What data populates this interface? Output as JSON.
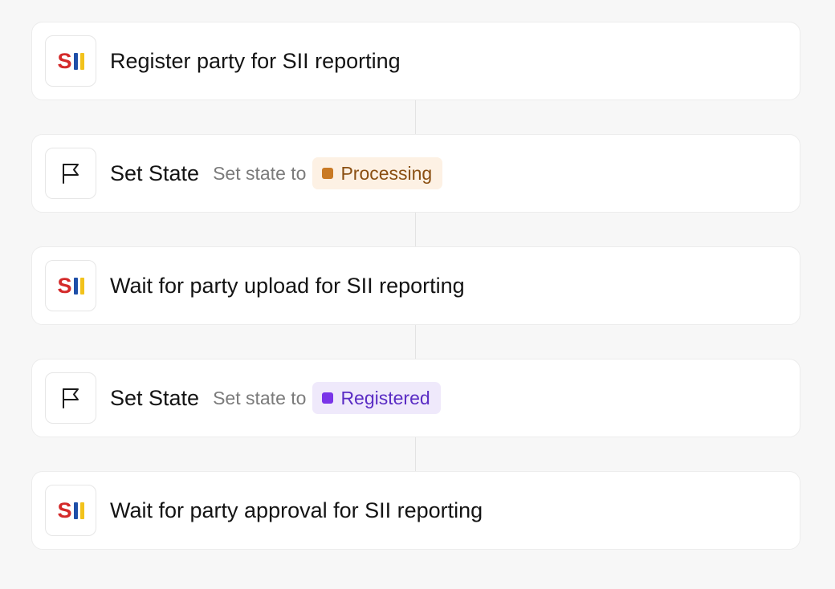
{
  "steps": [
    {
      "type": "sii",
      "icon": "sii-logo-icon",
      "title": "Register party for SII reporting"
    },
    {
      "type": "state",
      "icon": "flag-icon",
      "title": "Set State",
      "subtitle": "Set state to",
      "badge": {
        "label": "Processing",
        "color": "#c97a25",
        "background": "#fdf1e4"
      }
    },
    {
      "type": "sii",
      "icon": "sii-logo-icon",
      "title": "Wait for party upload for SII reporting"
    },
    {
      "type": "state",
      "icon": "flag-icon",
      "title": "Set State",
      "subtitle": "Set state to",
      "badge": {
        "label": "Registered",
        "color": "#7a35e8",
        "background": "#efe9fb"
      }
    },
    {
      "type": "sii",
      "icon": "sii-logo-icon",
      "title": "Wait for party approval for SII reporting"
    }
  ],
  "logo": {
    "text": "S",
    "colors": {
      "s": "#d42a2a",
      "bar1": "#1f4fa8",
      "bar2": "#f2c21b"
    }
  }
}
